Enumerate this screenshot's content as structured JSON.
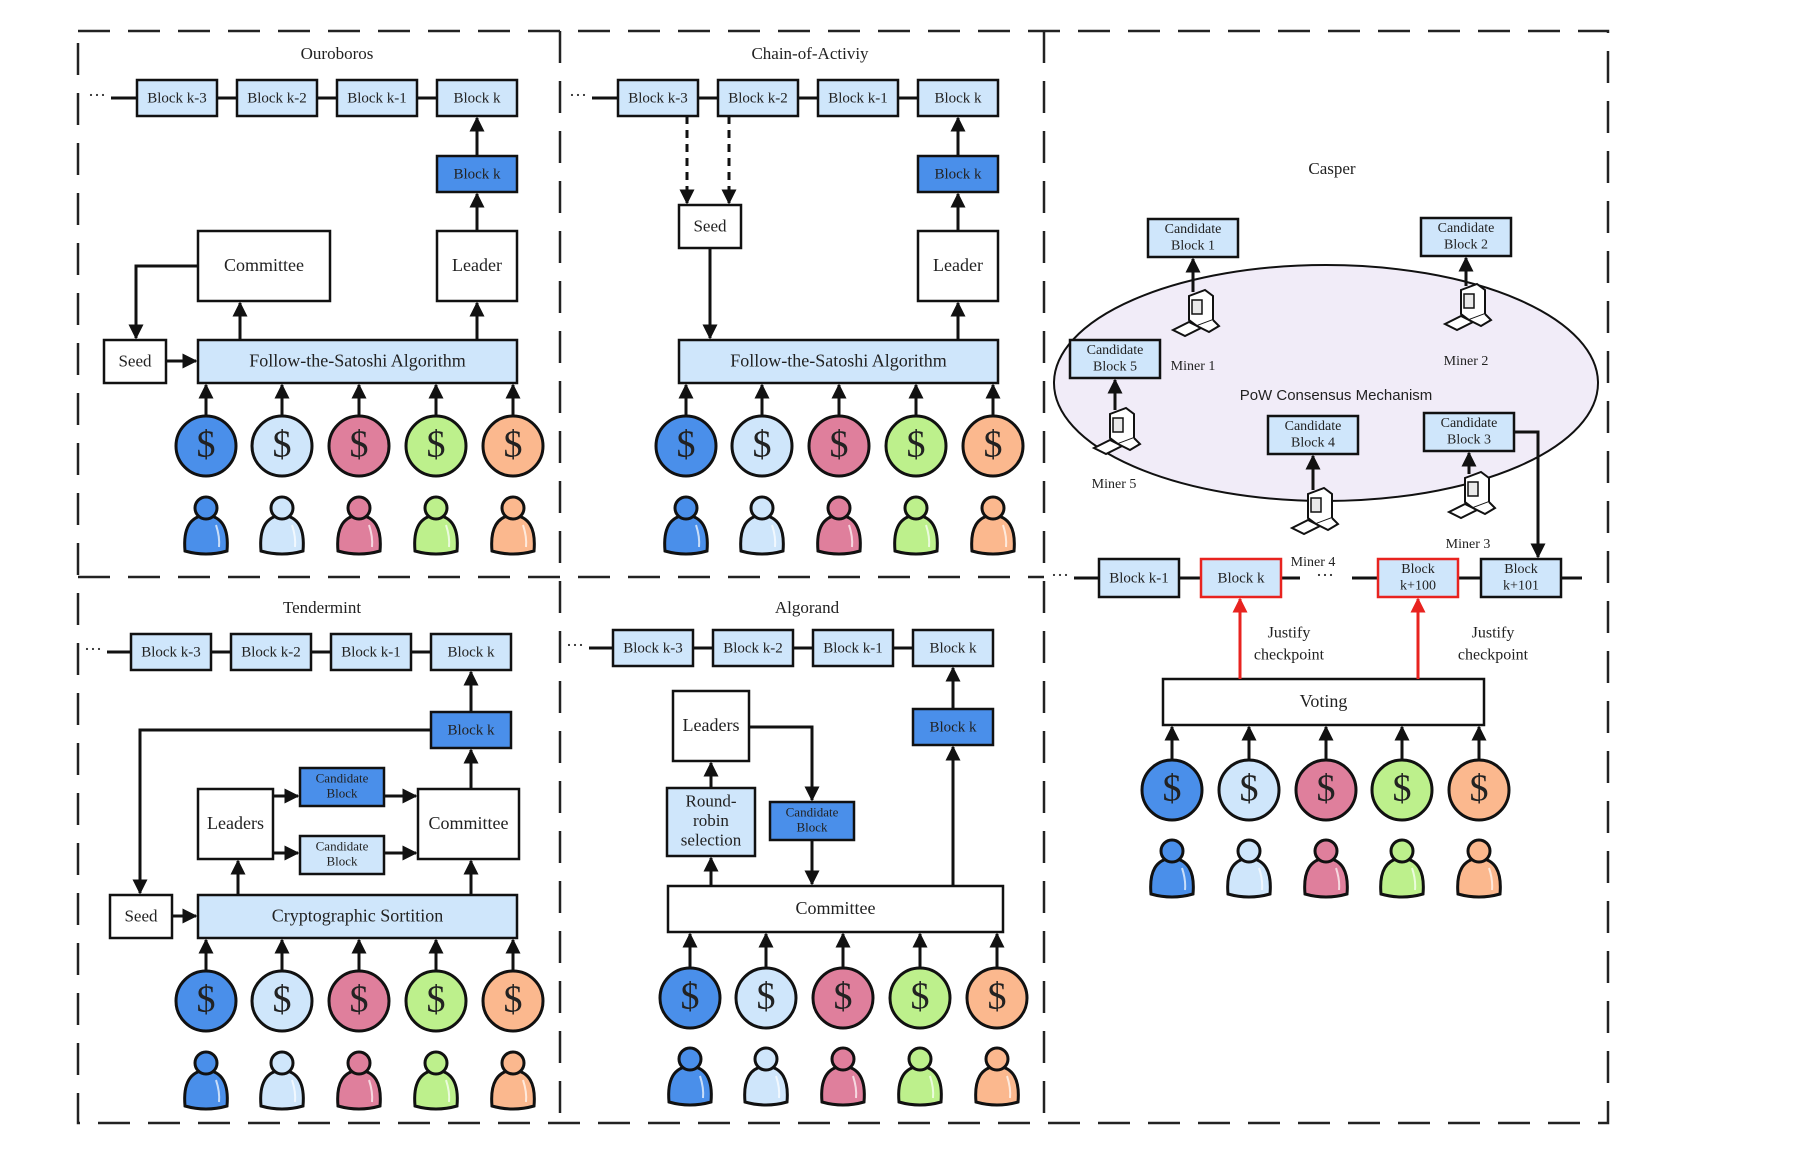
{
  "colors": {
    "light_block": "#cfe6fb",
    "dark_block": "#4a8fea",
    "ellipse_fill": "#f1ecf8",
    "justify_red": "#e8231f",
    "coin_colors": [
      "#4a8fea",
      "#cfe6fb",
      "#df7f9c",
      "#bdf08c",
      "#fbb88e"
    ]
  },
  "panels": {
    "ouroboros": {
      "title": "Ouroboros",
      "chain": [
        "Block k-3",
        "Block k-2",
        "Block k-1",
        "Block k"
      ],
      "new_block": "Block k",
      "leader": "Leader",
      "committee": "Committee",
      "seed": "Seed",
      "algorithm": "Follow-the-Satoshi Algorithm",
      "coin_symbol": "$"
    },
    "chain_of_activity": {
      "title": "Chain-of-Activiy",
      "chain": [
        "Block k-3",
        "Block k-2",
        "Block k-1",
        "Block k"
      ],
      "new_block": "Block k",
      "leader": "Leader",
      "seed": "Seed",
      "algorithm": "Follow-the-Satoshi Algorithm",
      "coin_symbol": "$"
    },
    "tendermint": {
      "title": "Tendermint",
      "chain": [
        "Block k-3",
        "Block k-2",
        "Block k-1",
        "Block k"
      ],
      "new_block": "Block k",
      "leaders": "Leaders",
      "candidate_top": "Candidate Block",
      "candidate_bottom": "Candidate Block",
      "committee": "Committee",
      "seed": "Seed",
      "algorithm": "Cryptographic Sortition",
      "coin_symbol": "$"
    },
    "algorand": {
      "title": "Algorand",
      "chain": [
        "Block k-3",
        "Block k-2",
        "Block k-1",
        "Block k"
      ],
      "new_block": "Block k",
      "leaders": "Leaders",
      "round_robin": [
        "Round-",
        "robin",
        "selection"
      ],
      "candidate": "Candidate Block",
      "committee": "Committee",
      "coin_symbol": "$"
    },
    "casper": {
      "title": "Casper",
      "pow_label": "PoW  Consensus Mechanism",
      "candidates": [
        "Candidate Block 1",
        "Candidate Block 2",
        "Candidate Block 3",
        "Candidate Block 4",
        "Candidate Block 5"
      ],
      "miners": [
        "Miner 1",
        "Miner 2",
        "Miner 3",
        "Miner 4",
        "Miner 5"
      ],
      "chain": [
        "Block k-1",
        "Block k",
        "Block k+100",
        "Block k+101"
      ],
      "justify": [
        "Justify checkpoint",
        "Justify checkpoint"
      ],
      "voting": "Voting",
      "coin_symbol": "$"
    }
  }
}
